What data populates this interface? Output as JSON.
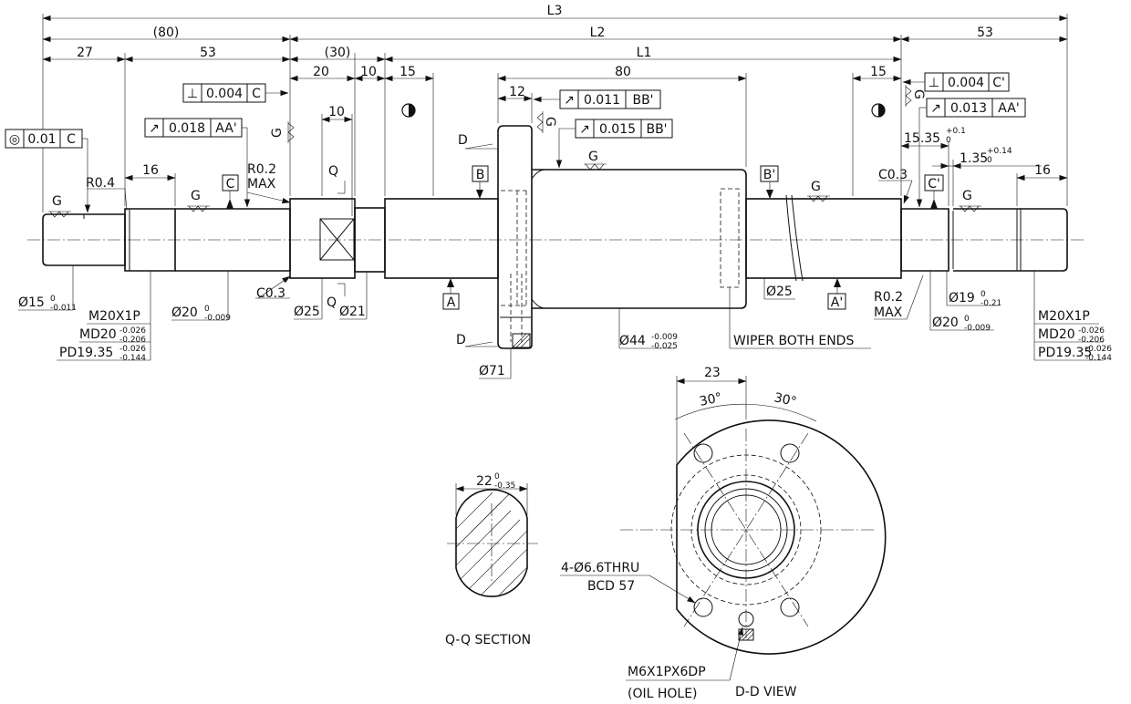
{
  "dims": {
    "L3": "L3",
    "L2": "L2",
    "L1": "L1",
    "d80p": "(80)",
    "d30p": "(30)",
    "d27": "27",
    "d53a": "53",
    "d53b": "53",
    "d20": "20",
    "d10a": "10",
    "d10b": "10",
    "d15a": "15",
    "d15b": "15",
    "d80": "80",
    "d12": "12",
    "d16a": "16",
    "d16b": "16",
    "d23": "23",
    "ang30a": "30°",
    "ang30b": "30°"
  },
  "tol_frames": {
    "f1": {
      "sym": "◎",
      "val": "0.01",
      "ref": "C"
    },
    "f2": {
      "sym": "↗",
      "val": "0.018",
      "ref": "AA'"
    },
    "f3": {
      "sym": "⊥",
      "val": "0.004",
      "ref": "C"
    },
    "f4": {
      "sym": "↗",
      "val": "0.011",
      "ref": "BB'"
    },
    "f5": {
      "sym": "↗",
      "val": "0.015",
      "ref": "BB'"
    },
    "f6": {
      "sym": "⊥",
      "val": "0.004",
      "ref": "C'"
    },
    "f7": {
      "sym": "↗",
      "val": "0.013",
      "ref": "AA'"
    }
  },
  "datums": {
    "A": "A",
    "Ap": "A'",
    "B": "B",
    "Bp": "B'",
    "C": "C",
    "Cp": "C'"
  },
  "labels": {
    "r04": "R0.4",
    "r02a": "R0.2",
    "max_a": "MAX",
    "r02b": "R0.2",
    "max_b": "MAX",
    "c03a": "C0.3",
    "c03b": "C0.3",
    "g": "G",
    "q": "Q",
    "d": "D",
    "thread": "M20X1P",
    "md": "MD20",
    "pd": "PD19.35",
    "thread_r": "M20X1P",
    "md_r": "MD20",
    "pd_r": "PD19.35",
    "phi15": "Ø15",
    "phi20a": "Ø20",
    "phi25a": "Ø25",
    "phi21": "Ø21",
    "phi25b": "Ø25",
    "phi44": "Ø44",
    "phi71": "Ø71",
    "phi19": "Ø19",
    "phi20b": "Ø20",
    "d1535": "15.35",
    "d135": "1.35",
    "wiper": "WIPER BOTH ENDS",
    "holes": "4-Ø6.6THRU",
    "bcd": "BCD 57",
    "oil1": "M6X1PX6DP",
    "oil2": "(OIL HOLE)",
    "qq": "Q-Q SECTION",
    "dd": "D-D VIEW",
    "d22": "22"
  },
  "tols": {
    "t15u": "0",
    "t15l": "-0.011",
    "t20u": "0",
    "t20l": "-0.009",
    "tmdu": "-0.026",
    "tmdl": "-0.206",
    "tpdu": "-0.026",
    "tpdl": "-0.144",
    "t44u": "-0.009",
    "t44l": "-0.025",
    "t19u": "0",
    "t19l": "-0.21",
    "t20bu": "0",
    "t20bl": "-0.009",
    "tmdu_r": "-0.026",
    "tmdl_r": "-0.206",
    "tpdu_r": "-0.026",
    "tpdl_r": "-0.144",
    "t1535u": "+0.1",
    "t1535l": "0",
    "t135u": "+0.14",
    "t135l": "0",
    "t22u": "0",
    "t22l": "-0.35"
  }
}
